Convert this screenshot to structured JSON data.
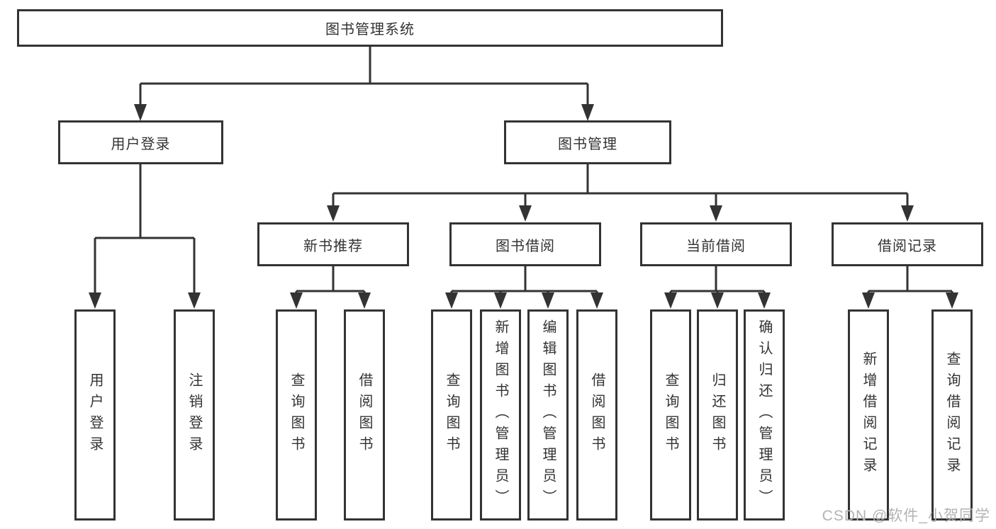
{
  "tree": {
    "root": {
      "label": "图书管理系统"
    },
    "level2": [
      {
        "label": "用户登录",
        "children": [
          {
            "label": "用户登录"
          },
          {
            "label": "注销登录"
          }
        ]
      },
      {
        "label": "图书管理",
        "children": [
          {
            "label": "新书推荐",
            "children": [
              {
                "label": "查询图书"
              },
              {
                "label": "借阅图书"
              }
            ]
          },
          {
            "label": "图书借阅",
            "children": [
              {
                "label": "查询图书"
              },
              {
                "label": "新增图书（管理员）"
              },
              {
                "label": "编辑图书（管理员）"
              },
              {
                "label": "借阅图书"
              }
            ]
          },
          {
            "label": "当前借阅",
            "children": [
              {
                "label": "查询图书"
              },
              {
                "label": "归还图书"
              },
              {
                "label": "确认归还（管理员）"
              }
            ]
          },
          {
            "label": "借阅记录",
            "children": [
              {
                "label": "新增借阅记录"
              },
              {
                "label": "查询借阅记录"
              }
            ]
          }
        ]
      }
    ]
  },
  "watermark": {
    "text": "CSDN @软件_小贺同学"
  },
  "colors": {
    "line": "#333333",
    "text": "#333333",
    "watermark": "#b3b3b3",
    "background": "#ffffff"
  }
}
